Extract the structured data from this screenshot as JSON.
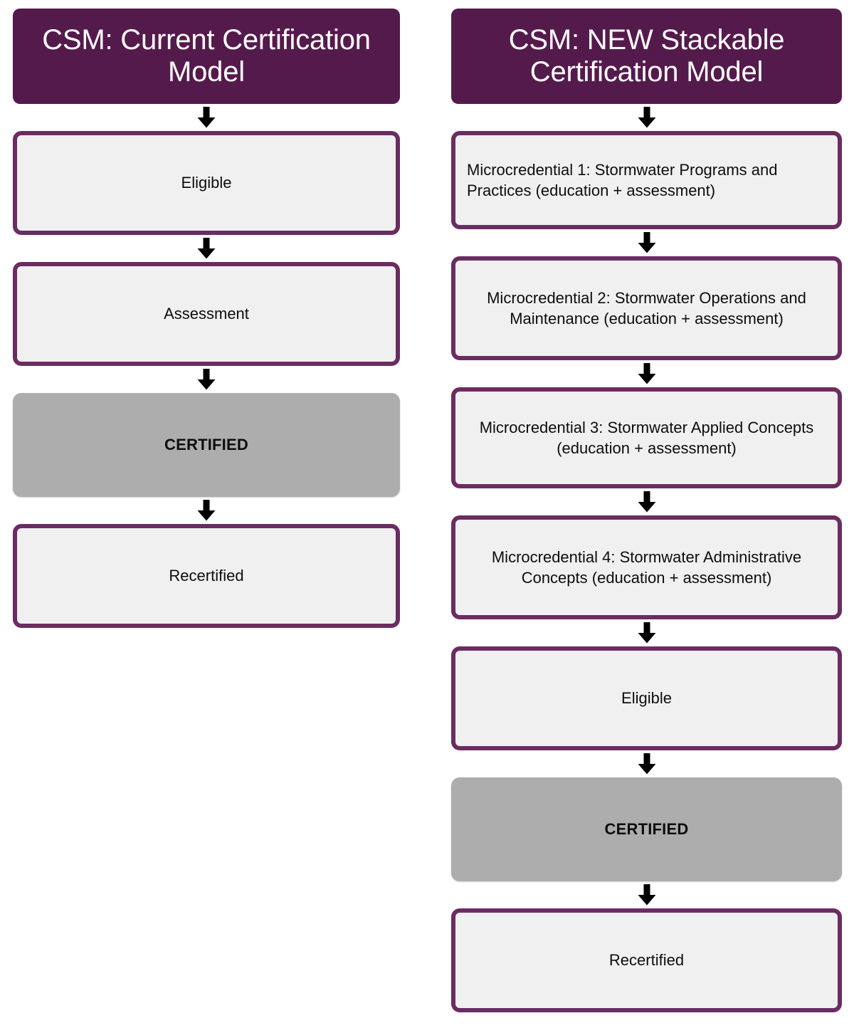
{
  "colors": {
    "banner_purple": "#551A4C",
    "node_border_purple": "#6B2C62",
    "node_fill_gray": "#F0F0F0",
    "certified_fill_gray": "#ADADAD",
    "text_dark": "#0D0D0D",
    "banner_text": "#FFFFFF",
    "arrow_black": "#000000",
    "page_background": "#FFFFFF"
  },
  "icons": {
    "arrow": "down-arrow-icon"
  },
  "left_column": {
    "header": "CSM: Current Certification Model",
    "nodes": [
      {
        "label": "Eligible",
        "style": "outlined",
        "align": "center"
      },
      {
        "label": "Assessment",
        "style": "outlined",
        "align": "center"
      },
      {
        "label": "CERTIFIED",
        "style": "filled-gray",
        "align": "center"
      },
      {
        "label": "Recertified",
        "style": "outlined",
        "align": "center"
      }
    ]
  },
  "right_column": {
    "header": "CSM: NEW Stackable Certification Model",
    "nodes": [
      {
        "label": "Microcredential 1: Stormwater Programs and Practices  (education + assessment)",
        "style": "outlined",
        "align": "left"
      },
      {
        "label": "Microcredential 2: Stormwater Operations and Maintenance (education + assessment)",
        "style": "outlined",
        "align": "center"
      },
      {
        "label": "Microcredential 3: Stormwater Applied Concepts (education + assessment)",
        "style": "outlined",
        "align": "center"
      },
      {
        "label": "Microcredential 4: Stormwater Administrative Concepts (education + assessment)",
        "style": "outlined",
        "align": "center"
      },
      {
        "label": "Eligible",
        "style": "outlined",
        "align": "center"
      },
      {
        "label": "CERTIFIED",
        "style": "filled-gray",
        "align": "center"
      },
      {
        "label": "Recertified",
        "style": "outlined",
        "align": "center"
      }
    ]
  }
}
